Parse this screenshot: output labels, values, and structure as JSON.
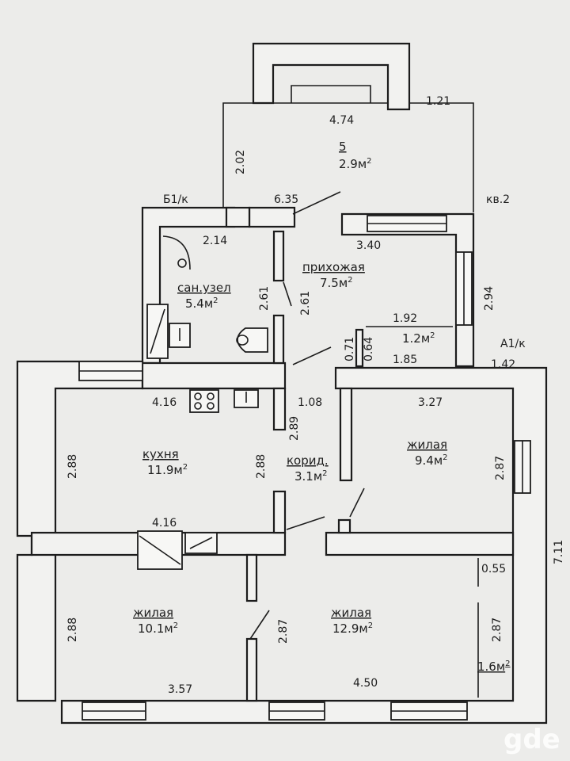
{
  "plan": {
    "labels": {
      "b1": "Б1/к",
      "kv": "кв.2",
      "a1": "А1/к"
    },
    "rooms": {
      "vestibule": {
        "name": "5",
        "area": "2.9м",
        "sup": "2"
      },
      "hall": {
        "name": "прихожая",
        "area": "7.5м",
        "sup": "2"
      },
      "bathroom": {
        "name": "сан.узел",
        "area": "5.4м",
        "sup": "2"
      },
      "closet": {
        "area": "1.2м",
        "sup": "2"
      },
      "kitchen": {
        "name": "кухня",
        "area": "11.9м",
        "sup": "2"
      },
      "corridor": {
        "name": "корид.",
        "area": "3.1м",
        "sup": "2"
      },
      "living1": {
        "name": "жилая",
        "area": "9.4м",
        "sup": "2"
      },
      "living2": {
        "name": "жилая",
        "area": "10.1м",
        "sup": "2"
      },
      "living3": {
        "name": "жилая",
        "area": "12.9м",
        "sup": "2"
      },
      "niche": {
        "area": "1.6м",
        "sup": "2"
      }
    },
    "dims": {
      "d121": "1.21",
      "d474": "4.74",
      "d202": "2.02",
      "d635": "6.35",
      "d214": "2.14",
      "d340": "3.40",
      "d261a": "2.61",
      "d261b": "2.61",
      "d294": "2.94",
      "d192": "1.92",
      "d071": "0.71",
      "d064": "0.64",
      "d185": "1.85",
      "d142": "1.42",
      "d416a": "4.16",
      "d108": "1.08",
      "d327": "3.27",
      "d289": "2.89",
      "d288a": "2.88",
      "d288b": "2.88",
      "d287a": "2.87",
      "d711": "7.11",
      "d416b": "4.16",
      "d055": "0.55",
      "d288c": "2.88",
      "d287b": "2.87",
      "d287c": "2.87",
      "d357": "3.57",
      "d450": "4.50"
    },
    "watermark": "gde"
  }
}
